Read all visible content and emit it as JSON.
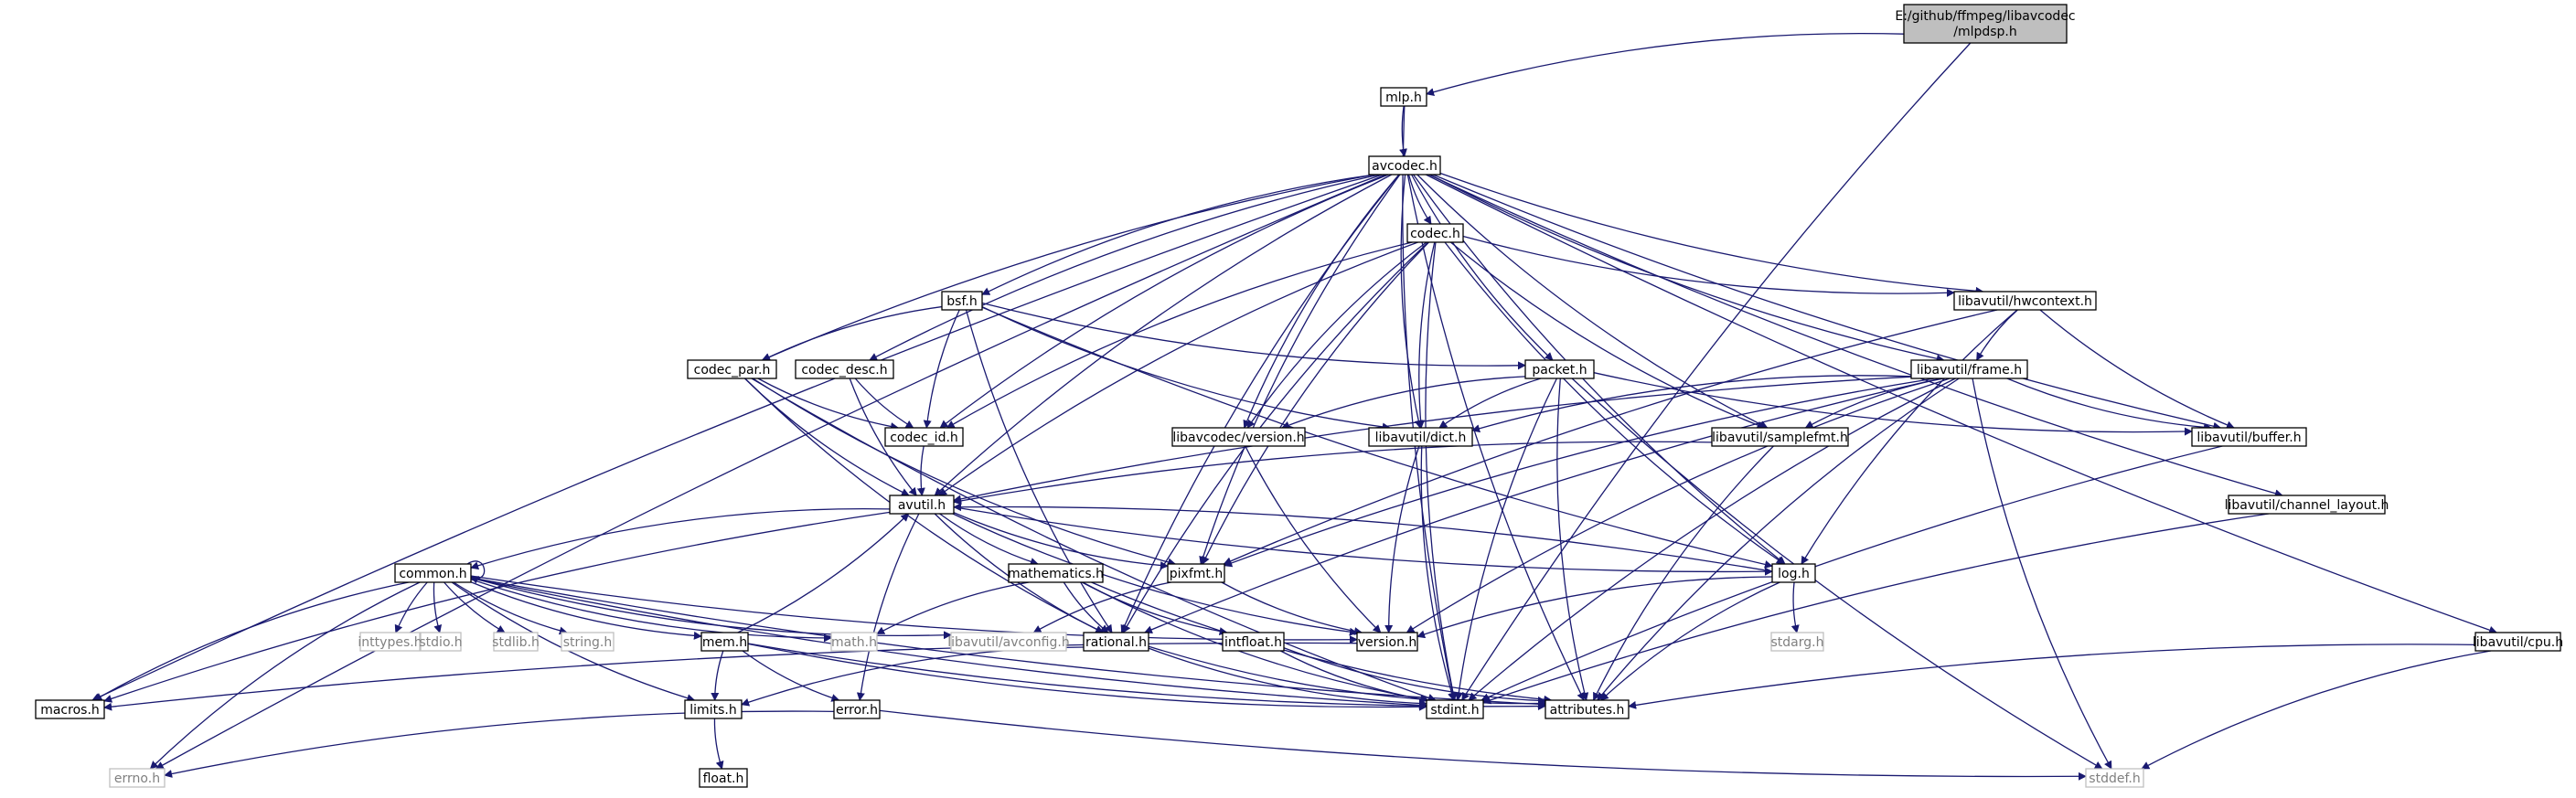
{
  "graph": {
    "root": {
      "line1": "E:/github/ffmpeg/libavcodec",
      "line2": "/mlpdsp.h"
    },
    "nodes": [
      {
        "id": "mlp_h",
        "label": "mlp.h",
        "kind": "doc"
      },
      {
        "id": "avcodec_h",
        "label": "avcodec.h",
        "kind": "doc"
      },
      {
        "id": "codec_h",
        "label": "codec.h",
        "kind": "doc"
      },
      {
        "id": "bsf_h",
        "label": "bsf.h",
        "kind": "doc"
      },
      {
        "id": "hwcontext_h",
        "label": "libavutil/hwcontext.h",
        "kind": "doc"
      },
      {
        "id": "frame_h",
        "label": "libavutil/frame.h",
        "kind": "doc"
      },
      {
        "id": "codec_par_h",
        "label": "codec_par.h",
        "kind": "doc"
      },
      {
        "id": "codec_desc_h",
        "label": "codec_desc.h",
        "kind": "doc"
      },
      {
        "id": "packet_h",
        "label": "packet.h",
        "kind": "doc"
      },
      {
        "id": "codec_id_h",
        "label": "codec_id.h",
        "kind": "doc"
      },
      {
        "id": "avc_version_h",
        "label": "libavcodec/version.h",
        "kind": "doc"
      },
      {
        "id": "dict_h",
        "label": "libavutil/dict.h",
        "kind": "doc"
      },
      {
        "id": "samplefmt_h",
        "label": "libavutil/samplefmt.h",
        "kind": "doc"
      },
      {
        "id": "buffer_h",
        "label": "libavutil/buffer.h",
        "kind": "doc"
      },
      {
        "id": "channel_layout_h",
        "label": "libavutil/channel_layout.h",
        "kind": "doc"
      },
      {
        "id": "avutil_h",
        "label": "avutil.h",
        "kind": "doc"
      },
      {
        "id": "common_h",
        "label": "common.h",
        "kind": "doc"
      },
      {
        "id": "mathematics_h",
        "label": "mathematics.h",
        "kind": "doc"
      },
      {
        "id": "pixfmt_h",
        "label": "pixfmt.h",
        "kind": "doc"
      },
      {
        "id": "log_h",
        "label": "log.h",
        "kind": "doc"
      },
      {
        "id": "inttypes_h",
        "label": "inttypes.h",
        "kind": "sys"
      },
      {
        "id": "stdio_h",
        "label": "stdio.h",
        "kind": "sys"
      },
      {
        "id": "stdlib_h",
        "label": "stdlib.h",
        "kind": "sys"
      },
      {
        "id": "string_h",
        "label": "string.h",
        "kind": "sys"
      },
      {
        "id": "mem_h",
        "label": "mem.h",
        "kind": "doc"
      },
      {
        "id": "math_h",
        "label": "math.h",
        "kind": "sys"
      },
      {
        "id": "avconfig_h",
        "label": "libavutil/avconfig.h",
        "kind": "sys"
      },
      {
        "id": "rational_h",
        "label": "rational.h",
        "kind": "doc"
      },
      {
        "id": "intfloat_h",
        "label": "intfloat.h",
        "kind": "doc"
      },
      {
        "id": "version_h",
        "label": "version.h",
        "kind": "doc"
      },
      {
        "id": "stdarg_h",
        "label": "stdarg.h",
        "kind": "sys"
      },
      {
        "id": "cpu_h",
        "label": "libavutil/cpu.h",
        "kind": "doc"
      },
      {
        "id": "macros_h",
        "label": "macros.h",
        "kind": "doc"
      },
      {
        "id": "limits_h",
        "label": "limits.h",
        "kind": "doc"
      },
      {
        "id": "error_h",
        "label": "error.h",
        "kind": "doc"
      },
      {
        "id": "stdint_h",
        "label": "stdint.h",
        "kind": "doc"
      },
      {
        "id": "attributes_h",
        "label": "attributes.h",
        "kind": "doc"
      },
      {
        "id": "errno_h",
        "label": "errno.h",
        "kind": "sys"
      },
      {
        "id": "float_h",
        "label": "float.h",
        "kind": "doc"
      },
      {
        "id": "stddef_h",
        "label": "stddef.h",
        "kind": "sys"
      }
    ],
    "edges": [
      [
        "root",
        "mlp_h"
      ],
      [
        "root",
        "stdint_h"
      ],
      [
        "mlp_h",
        "avcodec_h"
      ],
      [
        "mlp_h",
        "stdint_h"
      ],
      [
        "avcodec_h",
        "errno_h"
      ],
      [
        "avcodec_h",
        "macros_h"
      ],
      [
        "avcodec_h",
        "codec_par_h"
      ],
      [
        "avcodec_h",
        "bsf_h"
      ],
      [
        "avcodec_h",
        "codec_h"
      ],
      [
        "avcodec_h",
        "codec_desc_h"
      ],
      [
        "avcodec_h",
        "codec_id_h"
      ],
      [
        "avcodec_h",
        "avutil_h"
      ],
      [
        "avcodec_h",
        "rational_h"
      ],
      [
        "avcodec_h",
        "pixfmt_h"
      ],
      [
        "avcodec_h",
        "avc_version_h"
      ],
      [
        "avcodec_h",
        "dict_h"
      ],
      [
        "avcodec_h",
        "packet_h"
      ],
      [
        "avcodec_h",
        "samplefmt_h"
      ],
      [
        "avcodec_h",
        "frame_h"
      ],
      [
        "avcodec_h",
        "hwcontext_h"
      ],
      [
        "avcodec_h",
        "buffer_h"
      ],
      [
        "avcodec_h",
        "log_h"
      ],
      [
        "avcodec_h",
        "channel_layout_h"
      ],
      [
        "avcodec_h",
        "cpu_h"
      ],
      [
        "avcodec_h",
        "attributes_h"
      ],
      [
        "codec_h",
        "codec_id_h"
      ],
      [
        "codec_h",
        "avutil_h"
      ],
      [
        "codec_h",
        "rational_h"
      ],
      [
        "codec_h",
        "pixfmt_h"
      ],
      [
        "codec_h",
        "avc_version_h"
      ],
      [
        "codec_h",
        "dict_h"
      ],
      [
        "codec_h",
        "log_h"
      ],
      [
        "codec_h",
        "samplefmt_h"
      ],
      [
        "codec_h",
        "hwcontext_h"
      ],
      [
        "codec_h",
        "stdint_h"
      ],
      [
        "bsf_h",
        "codec_par_h"
      ],
      [
        "bsf_h",
        "codec_id_h"
      ],
      [
        "bsf_h",
        "rational_h"
      ],
      [
        "bsf_h",
        "packet_h"
      ],
      [
        "bsf_h",
        "dict_h"
      ],
      [
        "bsf_h",
        "log_h"
      ],
      [
        "hwcontext_h",
        "frame_h"
      ],
      [
        "hwcontext_h",
        "buffer_h"
      ],
      [
        "hwcontext_h",
        "pixfmt_h"
      ],
      [
        "hwcontext_h",
        "log_h"
      ],
      [
        "frame_h",
        "avutil_h"
      ],
      [
        "frame_h",
        "buffer_h"
      ],
      [
        "frame_h",
        "dict_h"
      ],
      [
        "frame_h",
        "samplefmt_h"
      ],
      [
        "frame_h",
        "pixfmt_h"
      ],
      [
        "frame_h",
        "rational_h"
      ],
      [
        "frame_h",
        "version_h"
      ],
      [
        "frame_h",
        "stdint_h"
      ],
      [
        "frame_h",
        "stddef_h"
      ],
      [
        "frame_h",
        "attributes_h"
      ],
      [
        "codec_par_h",
        "codec_id_h"
      ],
      [
        "codec_par_h",
        "avutil_h"
      ],
      [
        "codec_par_h",
        "rational_h"
      ],
      [
        "codec_par_h",
        "pixfmt_h"
      ],
      [
        "codec_par_h",
        "stdint_h"
      ],
      [
        "codec_desc_h",
        "codec_id_h"
      ],
      [
        "codec_desc_h",
        "avutil_h"
      ],
      [
        "packet_h",
        "avc_version_h"
      ],
      [
        "packet_h",
        "dict_h"
      ],
      [
        "packet_h",
        "buffer_h"
      ],
      [
        "packet_h",
        "attributes_h"
      ],
      [
        "packet_h",
        "stdint_h"
      ],
      [
        "packet_h",
        "stddef_h"
      ],
      [
        "codec_id_h",
        "avutil_h"
      ],
      [
        "avc_version_h",
        "version_h"
      ],
      [
        "dict_h",
        "stdint_h"
      ],
      [
        "dict_h",
        "version_h"
      ],
      [
        "samplefmt_h",
        "avutil_h"
      ],
      [
        "samplefmt_h",
        "attributes_h"
      ],
      [
        "buffer_h",
        "stdint_h"
      ],
      [
        "channel_layout_h",
        "stdint_h"
      ],
      [
        "avutil_h",
        "common_h"
      ],
      [
        "avutil_h",
        "error_h"
      ],
      [
        "avutil_h",
        "version_h"
      ],
      [
        "avutil_h",
        "mathematics_h"
      ],
      [
        "avutil_h",
        "rational_h"
      ],
      [
        "avutil_h",
        "pixfmt_h"
      ],
      [
        "avutil_h",
        "log_h"
      ],
      [
        "avutil_h",
        "macros_h"
      ],
      [
        "common_h",
        "errno_h"
      ],
      [
        "common_h",
        "inttypes_h"
      ],
      [
        "common_h",
        "limits_h"
      ],
      [
        "common_h",
        "math_h"
      ],
      [
        "common_h",
        "stdint_h"
      ],
      [
        "common_h",
        "stdio_h"
      ],
      [
        "common_h",
        "stdlib_h"
      ],
      [
        "common_h",
        "string_h"
      ],
      [
        "common_h",
        "attributes_h"
      ],
      [
        "common_h",
        "macros_h"
      ],
      [
        "common_h",
        "version_h"
      ],
      [
        "common_h",
        "avconfig_h"
      ],
      [
        "common_h",
        "mem_h"
      ],
      [
        "common_h",
        "common_h"
      ],
      [
        "mathematics_h",
        "stdint_h"
      ],
      [
        "mathematics_h",
        "math_h"
      ],
      [
        "mathematics_h",
        "attributes_h"
      ],
      [
        "mathematics_h",
        "rational_h"
      ],
      [
        "mathematics_h",
        "intfloat_h"
      ],
      [
        "pixfmt_h",
        "avconfig_h"
      ],
      [
        "pixfmt_h",
        "version_h"
      ],
      [
        "log_h",
        "stdarg_h"
      ],
      [
        "log_h",
        "avutil_h"
      ],
      [
        "log_h",
        "attributes_h"
      ],
      [
        "log_h",
        "version_h"
      ],
      [
        "mem_h",
        "limits_h"
      ],
      [
        "mem_h",
        "stdint_h"
      ],
      [
        "mem_h",
        "attributes_h"
      ],
      [
        "mem_h",
        "error_h"
      ],
      [
        "mem_h",
        "avutil_h"
      ],
      [
        "rational_h",
        "stdint_h"
      ],
      [
        "rational_h",
        "limits_h"
      ],
      [
        "rational_h",
        "attributes_h"
      ],
      [
        "intfloat_h",
        "stdint_h"
      ],
      [
        "intfloat_h",
        "attributes_h"
      ],
      [
        "version_h",
        "macros_h"
      ],
      [
        "cpu_h",
        "attributes_h"
      ],
      [
        "cpu_h",
        "stddef_h"
      ],
      [
        "error_h",
        "errno_h"
      ],
      [
        "error_h",
        "stddef_h"
      ],
      [
        "limits_h",
        "float_h"
      ]
    ]
  }
}
